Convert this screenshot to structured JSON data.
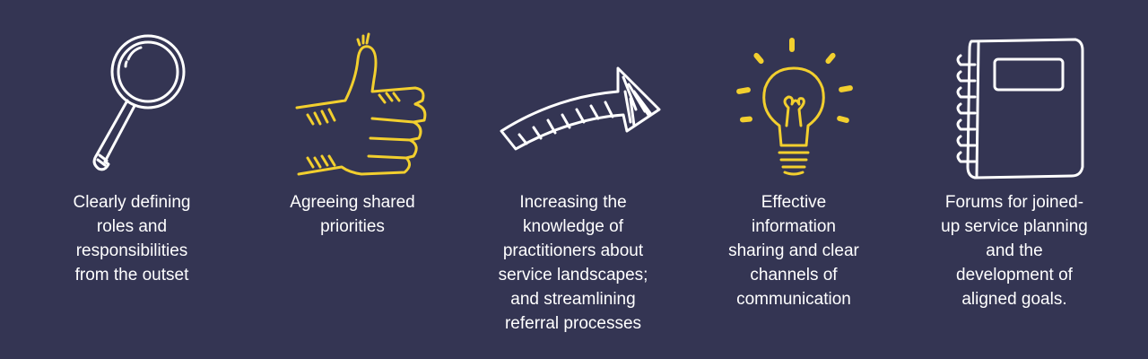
{
  "colors": {
    "background": "#343553",
    "accent_yellow": "#f2cf2e",
    "text": "#ffffff",
    "line_white": "#ffffff"
  },
  "items": [
    {
      "icon": "magnifying-glass-icon",
      "text": "Clearly defining\nroles and\nresponsibilities\nfrom the outset"
    },
    {
      "icon": "thumbs-up-icon",
      "text": "Agreeing shared\npriorities"
    },
    {
      "icon": "arrow-icon",
      "text": "Increasing the\nknowledge of\npractitioners about\nservice landscapes;\nand streamlining\nreferral processes"
    },
    {
      "icon": "lightbulb-icon",
      "text": "Effective\ninformation\nsharing and clear\nchannels of\ncommunication"
    },
    {
      "icon": "notebook-icon",
      "text": "Forums for joined-\nup service planning\nand the\ndevelopment of\naligned goals."
    }
  ]
}
